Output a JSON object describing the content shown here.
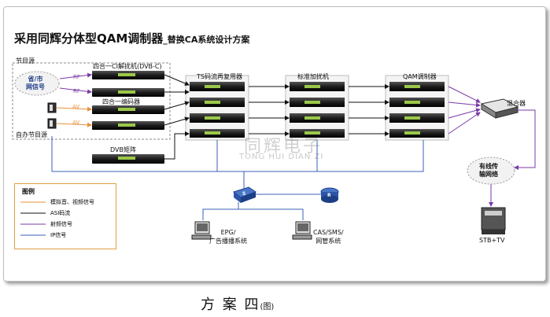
{
  "title": {
    "main": "采用同辉分体型QAM调制器",
    "sub": "_替换CA系统设计方案"
  },
  "labels": {
    "program_source": "节目源",
    "provincial_signal": "省/市\n网信号",
    "self_program": "自办节目源",
    "receiver": "四合一CI解扰机(DVB-C)",
    "encoder": "四合一编码器",
    "dvb_matrix": "DVB矩阵",
    "ts_mux": "TS码流再复用器",
    "scrambler": "标准加扰机",
    "qam": "QAM调制器",
    "mixer": "混合器",
    "cable_network": "有线传\n输网络",
    "stb_tv": "STB+TV",
    "epg": "EPG/\n广告播播系统",
    "cas": "CAS/SMS/\n网管系统",
    "rf1": "RF",
    "rf2": "RF",
    "av1": "AV",
    "av2": "AV",
    "switch": "S",
    "router": "R"
  },
  "watermark": {
    "cn": "同辉电子",
    "en": "TONG HUI DIAN ZI"
  },
  "legend": {
    "title": "图例",
    "items": [
      {
        "label": "模拟音、视频信号",
        "color": "#e8903a"
      },
      {
        "label": "ASI码流",
        "color": "#111111"
      },
      {
        "label": "射频信号",
        "color": "#7b3aa8"
      },
      {
        "label": "IP信号",
        "color": "#3a62b8"
      }
    ]
  },
  "caption": {
    "main": "方 案 四",
    "suffix": "(图)"
  }
}
